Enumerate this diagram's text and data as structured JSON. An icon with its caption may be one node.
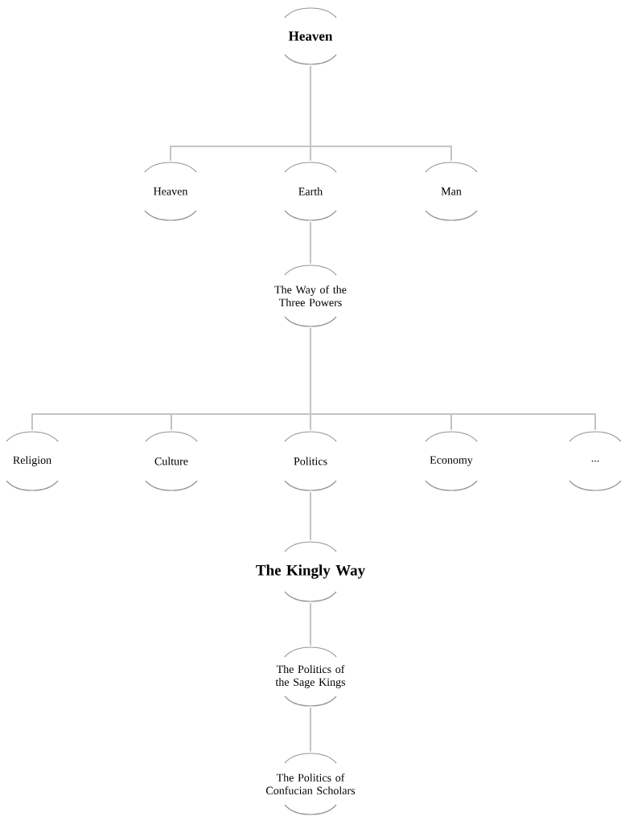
{
  "diagram": {
    "nodes": [
      {
        "text": [
          "Heaven"
        ]
      },
      {
        "text": [
          "Heaven"
        ]
      },
      {
        "text": [
          "Earth"
        ]
      },
      {
        "text": [
          "Man"
        ]
      },
      {
        "text": [
          "The Way of the Three Powers"
        ]
      },
      {
        "text": [
          "Religion"
        ]
      },
      {
        "text": [
          "Culture"
        ]
      },
      {
        "text": [
          "Politics"
        ]
      },
      {
        "text": [
          "Economy"
        ]
      },
      {
        "text": [
          "..."
        ]
      },
      {
        "text": [
          "The Kingly Way"
        ]
      },
      {
        "text": [
          "The Politics of the Sage Kings"
        ]
      },
      {
        "text": [
          "The Politics of Confucian Scholars"
        ]
      }
    ],
    "edges": [
      {
        "from": 0,
        "to": 1,
        "arrow": "none"
      },
      {
        "from": 0,
        "to": 2,
        "arrow": "none"
      },
      {
        "from": 0,
        "to": 3,
        "arrow": "none"
      },
      {
        "from": 2,
        "to": 4,
        "arrow": "none"
      },
      {
        "from": 4,
        "to": 5,
        "arrow": "none"
      },
      {
        "from": 4,
        "to": 6,
        "arrow": "none"
      },
      {
        "from": 4,
        "to": 7,
        "arrow": "none"
      },
      {
        "from": 4,
        "to": 8,
        "arrow": "none"
      },
      {
        "from": 4,
        "to": 9,
        "arrow": "none"
      },
      {
        "from": 7,
        "to": 10,
        "arrow": "none"
      },
      {
        "from": 10,
        "to": 11,
        "arrow": "none"
      },
      {
        "from": 11,
        "to": 12,
        "arrow": "none"
      }
    ]
  }
}
